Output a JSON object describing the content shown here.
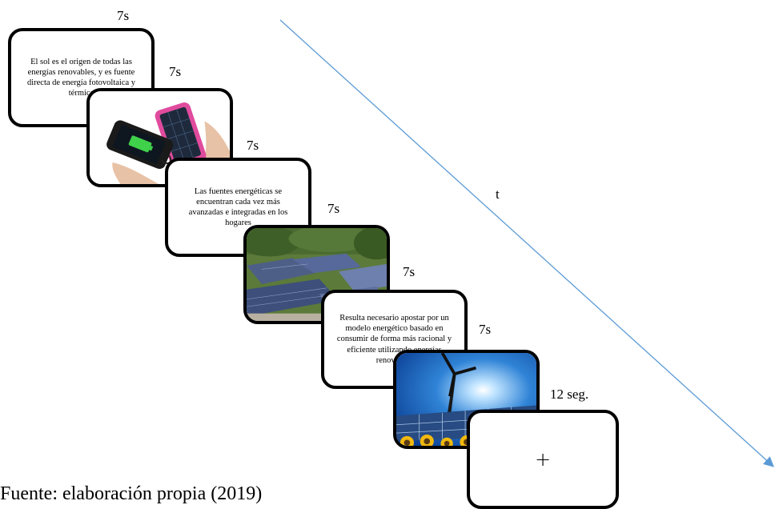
{
  "slides": [
    {
      "duration": "7s",
      "kind": "text",
      "text": "El sol es el origen de todas las energías renovables, y es fuente directa de energía fotovoltaica y térmica"
    },
    {
      "duration": "7s",
      "kind": "image",
      "image": "phone-solar-charger-photo"
    },
    {
      "duration": "7s",
      "kind": "text",
      "text": "Las fuentes energéticas se encuentran cada vez más avanzadas e integradas en los hogares"
    },
    {
      "duration": "7s",
      "kind": "image",
      "image": "solar-rooftops-photo"
    },
    {
      "duration": "7s",
      "kind": "text",
      "text": "Resulta necesario apostar por un modelo energético basado en consumir de forma más racional y eficiente utilizando energías renovables"
    },
    {
      "duration": "7s",
      "kind": "image",
      "image": "wind-turbine-solar-panel-sunflowers-photo"
    },
    {
      "duration": "12 seg.",
      "kind": "fixation",
      "symbol": "+"
    }
  ],
  "time_axis": {
    "label": "t",
    "color": "#5b9bd5"
  },
  "source": "Fuente: elaboración propia (2019)"
}
